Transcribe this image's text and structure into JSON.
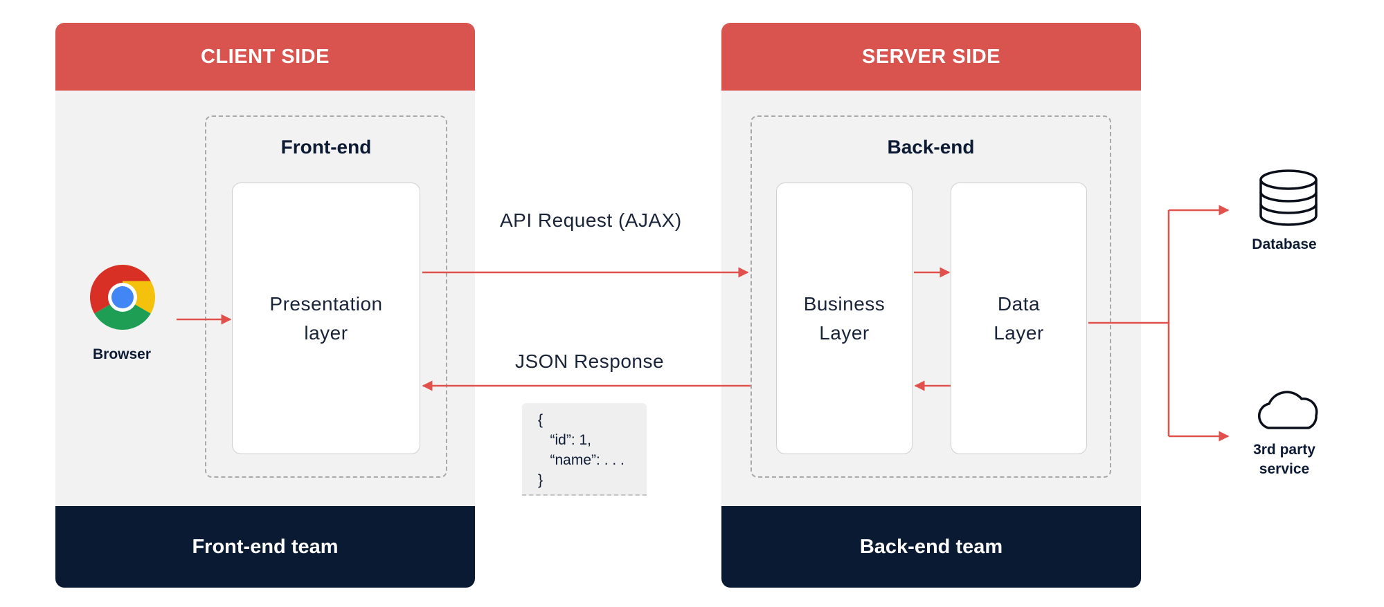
{
  "client_side": {
    "header": "CLIENT SIDE",
    "group_title": "Front-end",
    "presentation_layer": [
      "Presentation",
      "layer"
    ],
    "footer": "Front-end team"
  },
  "server_side": {
    "header": "SERVER SIDE",
    "group_title": "Back-end",
    "business_layer": [
      "Business",
      "Layer"
    ],
    "data_layer": [
      "Data",
      "Layer"
    ],
    "footer": "Back-end team"
  },
  "browser": {
    "label": "Browser",
    "icon": "chrome-browser-icon"
  },
  "flows": {
    "request": "API Request (AJAX)",
    "response": "JSON Response"
  },
  "json_sample": [
    "{",
    "   “id”: 1,",
    "   “name”: . . .",
    "}"
  ],
  "external": {
    "database": {
      "label": "Database",
      "icon": "database-icon"
    },
    "third_party": {
      "label": [
        "3rd party",
        "service"
      ],
      "icon": "cloud-icon"
    }
  },
  "colors": {
    "accent_red": "#d9534f",
    "navy": "#0a1a33",
    "panel_gray": "#f2f2f2",
    "arrow_red": "#e0504c"
  }
}
